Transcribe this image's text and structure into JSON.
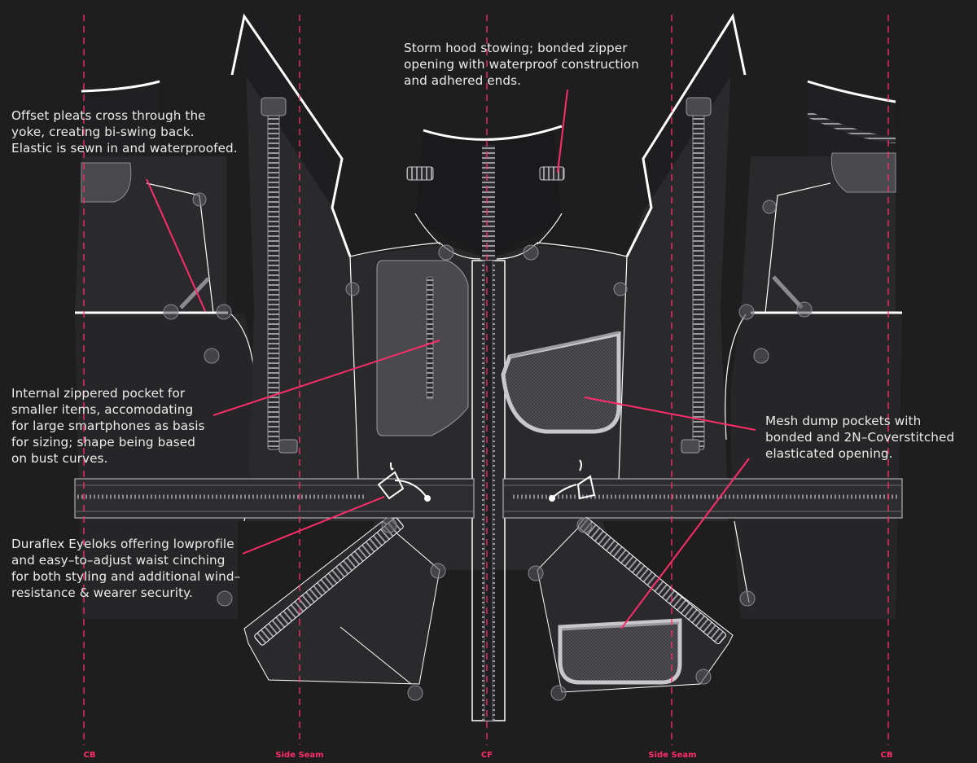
{
  "annotations": [
    {
      "id": "yoke-pleats",
      "lines": [
        "Offset pleats cross through the",
        "yoke, creating bi-swing back.",
        "Elastic is sewn in and waterproofed."
      ]
    },
    {
      "id": "storm-hood",
      "lines": [
        "Storm hood stowing; bonded zipper",
        "opening with waterproof construction",
        "and adhered ends."
      ]
    },
    {
      "id": "internal-pocket",
      "lines": [
        "Internal zippered pocket for",
        "smaller items, accomodating",
        "for large smartphones as basis",
        "for sizing; shape being based",
        "on bust curves."
      ]
    },
    {
      "id": "mesh-pockets",
      "lines": [
        "Mesh dump pockets with",
        "bonded and 2N–Coverstitched",
        "elasticated opening."
      ]
    },
    {
      "id": "eyeloks",
      "lines": [
        "Duraflex Eyeloks offering lowprofile",
        "and easy–to–adjust waist cinching",
        "for both styling and additional wind–",
        "resistance & wearer security."
      ]
    }
  ],
  "guides": [
    {
      "label": "CB"
    },
    {
      "label": "Side Seam"
    },
    {
      "label": "CF"
    },
    {
      "label": "Side Seam"
    },
    {
      "label": "CB"
    }
  ],
  "colors": {
    "background": "#1e1e1e",
    "panel": "#2a2a2d",
    "outline": "#ffffff",
    "accent": "#ff2d6a",
    "pocket_fill": "#4a4a4e"
  }
}
